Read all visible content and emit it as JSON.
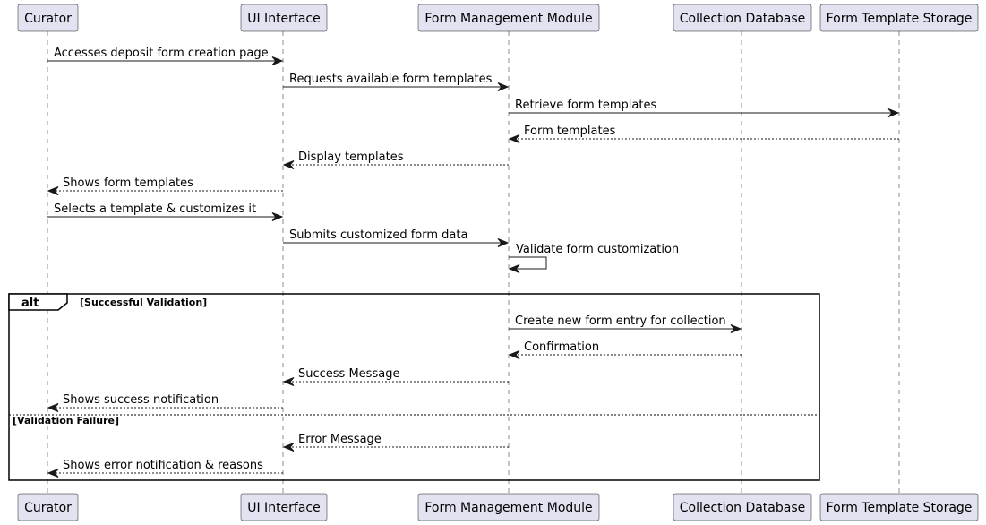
{
  "participants": [
    {
      "id": "curator",
      "label": "Curator"
    },
    {
      "id": "ui",
      "label": "UI Interface"
    },
    {
      "id": "fmm",
      "label": "Form Management Module"
    },
    {
      "id": "cdb",
      "label": "Collection Database"
    },
    {
      "id": "fts",
      "label": "Form Template Storage"
    }
  ],
  "messages": [
    {
      "from": "curator",
      "to": "ui",
      "label": "Accesses deposit form creation page",
      "kind": "call"
    },
    {
      "from": "ui",
      "to": "fmm",
      "label": "Requests available form templates",
      "kind": "call"
    },
    {
      "from": "fmm",
      "to": "fts",
      "label": "Retrieve form templates",
      "kind": "call"
    },
    {
      "from": "fts",
      "to": "fmm",
      "label": "Form templates",
      "kind": "reply"
    },
    {
      "from": "fmm",
      "to": "ui",
      "label": "Display templates",
      "kind": "reply"
    },
    {
      "from": "ui",
      "to": "curator",
      "label": "Shows form templates",
      "kind": "reply"
    },
    {
      "from": "curator",
      "to": "ui",
      "label": "Selects a template & customizes it",
      "kind": "call"
    },
    {
      "from": "ui",
      "to": "fmm",
      "label": "Submits customized form data",
      "kind": "call"
    },
    {
      "from": "fmm",
      "to": "fmm",
      "label": "Validate form customization",
      "kind": "self"
    },
    {
      "from": "fmm",
      "to": "cdb",
      "label": "Create new form entry for collection",
      "kind": "call"
    },
    {
      "from": "cdb",
      "to": "fmm",
      "label": "Confirmation",
      "kind": "reply"
    },
    {
      "from": "fmm",
      "to": "ui",
      "label": "Success Message",
      "kind": "reply"
    },
    {
      "from": "ui",
      "to": "curator",
      "label": "Shows success notification",
      "kind": "reply"
    },
    {
      "from": "fmm",
      "to": "ui",
      "label": "Error Message",
      "kind": "reply"
    },
    {
      "from": "ui",
      "to": "curator",
      "label": "Shows error notification & reasons",
      "kind": "reply"
    }
  ],
  "alt_frame": {
    "keyword": "alt",
    "guard_1": "[Successful Validation]",
    "guard_2": "[Validation Failure]"
  },
  "colors": {
    "participant_fill": "#e2e2f0",
    "line": "#181818"
  }
}
